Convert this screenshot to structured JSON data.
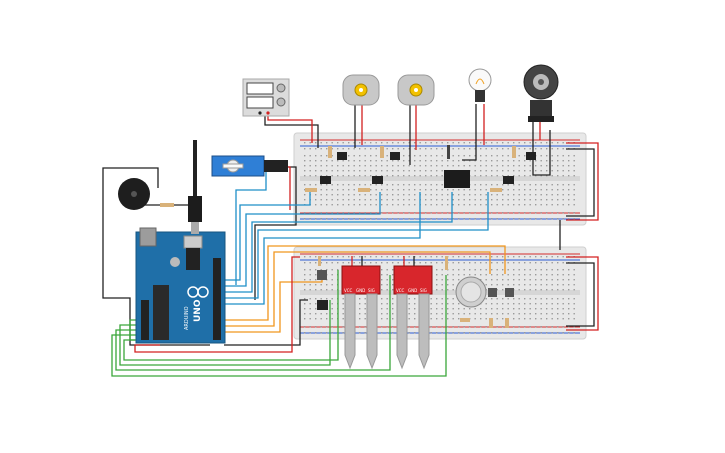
{
  "arduino": {
    "logo_text": "UNO",
    "brand_text": "ARDUINO",
    "colors": {
      "board": "#1f6fa8",
      "board_dark": "#17557f",
      "chip": "#2a2a2a"
    }
  },
  "soil_sensor_1": {
    "labels": [
      "VCC",
      "GND",
      "SIG"
    ],
    "color": "#d8262c"
  },
  "soil_sensor_2": {
    "labels": [
      "VCC",
      "GND",
      "SIG"
    ],
    "color": "#d8262c"
  },
  "colors": {
    "breadboard": "#e6e6e6",
    "rail_red": "#d52b2b",
    "rail_blue": "#2b5cd5",
    "wire_black": "#222222",
    "wire_red": "#d32020",
    "wire_blue": "#1e8fc8",
    "wire_orange": "#f0961e",
    "wire_green": "#3aa63a",
    "motor": "#c8c8c8",
    "motor_center": "#f2c100",
    "servo": "#2f7fd6"
  },
  "components": {
    "servo": "servo-motor",
    "buzzer": "piezo-buzzer",
    "power_supply": "dc-power-supply",
    "motor_1": "dc-motor",
    "motor_2": "dc-motor",
    "bulb": "light-bulb",
    "potentiometer": "rotary-potentiometer",
    "relay": "relay",
    "gas_sensor": "gas-sensor",
    "temp_sensor": "temperature-sensor"
  }
}
